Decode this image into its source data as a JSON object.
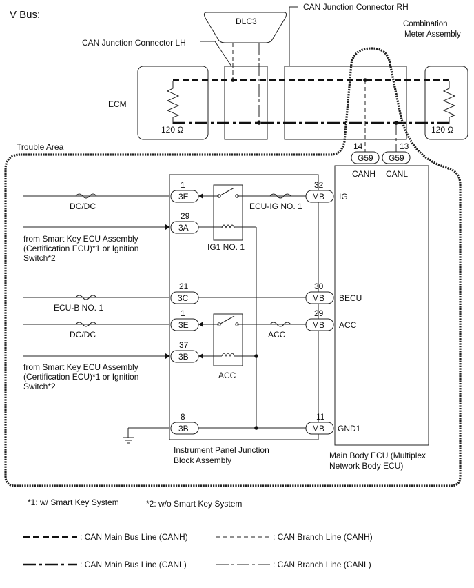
{
  "title": "V Bus:",
  "labels": {
    "dlc3": "DLC3",
    "can_jc_rh": "CAN Junction Connector RH",
    "combination_meter": [
      "Combination",
      "Meter Assembly"
    ],
    "can_jc_lh": "CAN Junction Connector LH",
    "ecm": "ECM",
    "res_left": "120 Ω",
    "res_right": "120 Ω",
    "trouble_area": "Trouble Area",
    "canh": "CANH",
    "canl": "CANL",
    "ipjb": [
      "Instrument Panel Junction",
      "Block Assembly"
    ],
    "main_body_ecu": [
      "Main Body ECU (Multiplex",
      "Network Body ECU)"
    ],
    "relay_ig1": "IG1 NO. 1",
    "relay_acc": "ACC"
  },
  "connectors": {
    "g59_h": {
      "pin": "14",
      "code": "G59"
    },
    "g59_l": {
      "pin": "13",
      "code": "G59"
    },
    "r_ig_left": {
      "pin": "1",
      "code": "3E"
    },
    "r_ig_right": {
      "pin": "32",
      "code": "MB"
    },
    "r_3a": {
      "pin": "29",
      "code": "3A"
    },
    "r_becu_left": {
      "pin": "21",
      "code": "3C"
    },
    "r_becu_right": {
      "pin": "30",
      "code": "MB"
    },
    "r_acc_left": {
      "pin": "1",
      "code": "3E"
    },
    "r_acc_right": {
      "pin": "29",
      "code": "MB"
    },
    "r_3b": {
      "pin": "37",
      "code": "3B"
    },
    "r_gnd_left": {
      "pin": "8",
      "code": "3B"
    },
    "r_gnd_right": {
      "pin": "11",
      "code": "MB"
    }
  },
  "signals": {
    "ig": "IG",
    "becu": "BECU",
    "acc": "ACC",
    "gnd1": "GND1"
  },
  "fuses": {
    "dcdc_1": "DC/DC",
    "ecu_ig": "ECU-IG NO. 1",
    "ecu_b": "ECU-B NO. 1",
    "dcdc_2": "DC/DC",
    "acc": "ACC"
  },
  "sources": {
    "upper": [
      "from Smart Key ECU Assembly",
      "(Certification ECU)*1 or Ignition",
      "Switch*2"
    ],
    "lower": [
      "from Smart Key ECU Assembly",
      "(Certification ECU)*1 or Ignition",
      "Switch*2"
    ]
  },
  "notes": {
    "note1": "*1: w/ Smart Key System",
    "note2": "*2: w/o Smart Key System"
  },
  "legend": {
    "main_canh": ": CAN Main Bus Line (CANH)",
    "branch_canh": ": CAN Branch Line (CANH)",
    "main_canl": ": CAN Main Bus Line (CANL)",
    "branch_canl": ": CAN Branch Line (CANL)"
  }
}
